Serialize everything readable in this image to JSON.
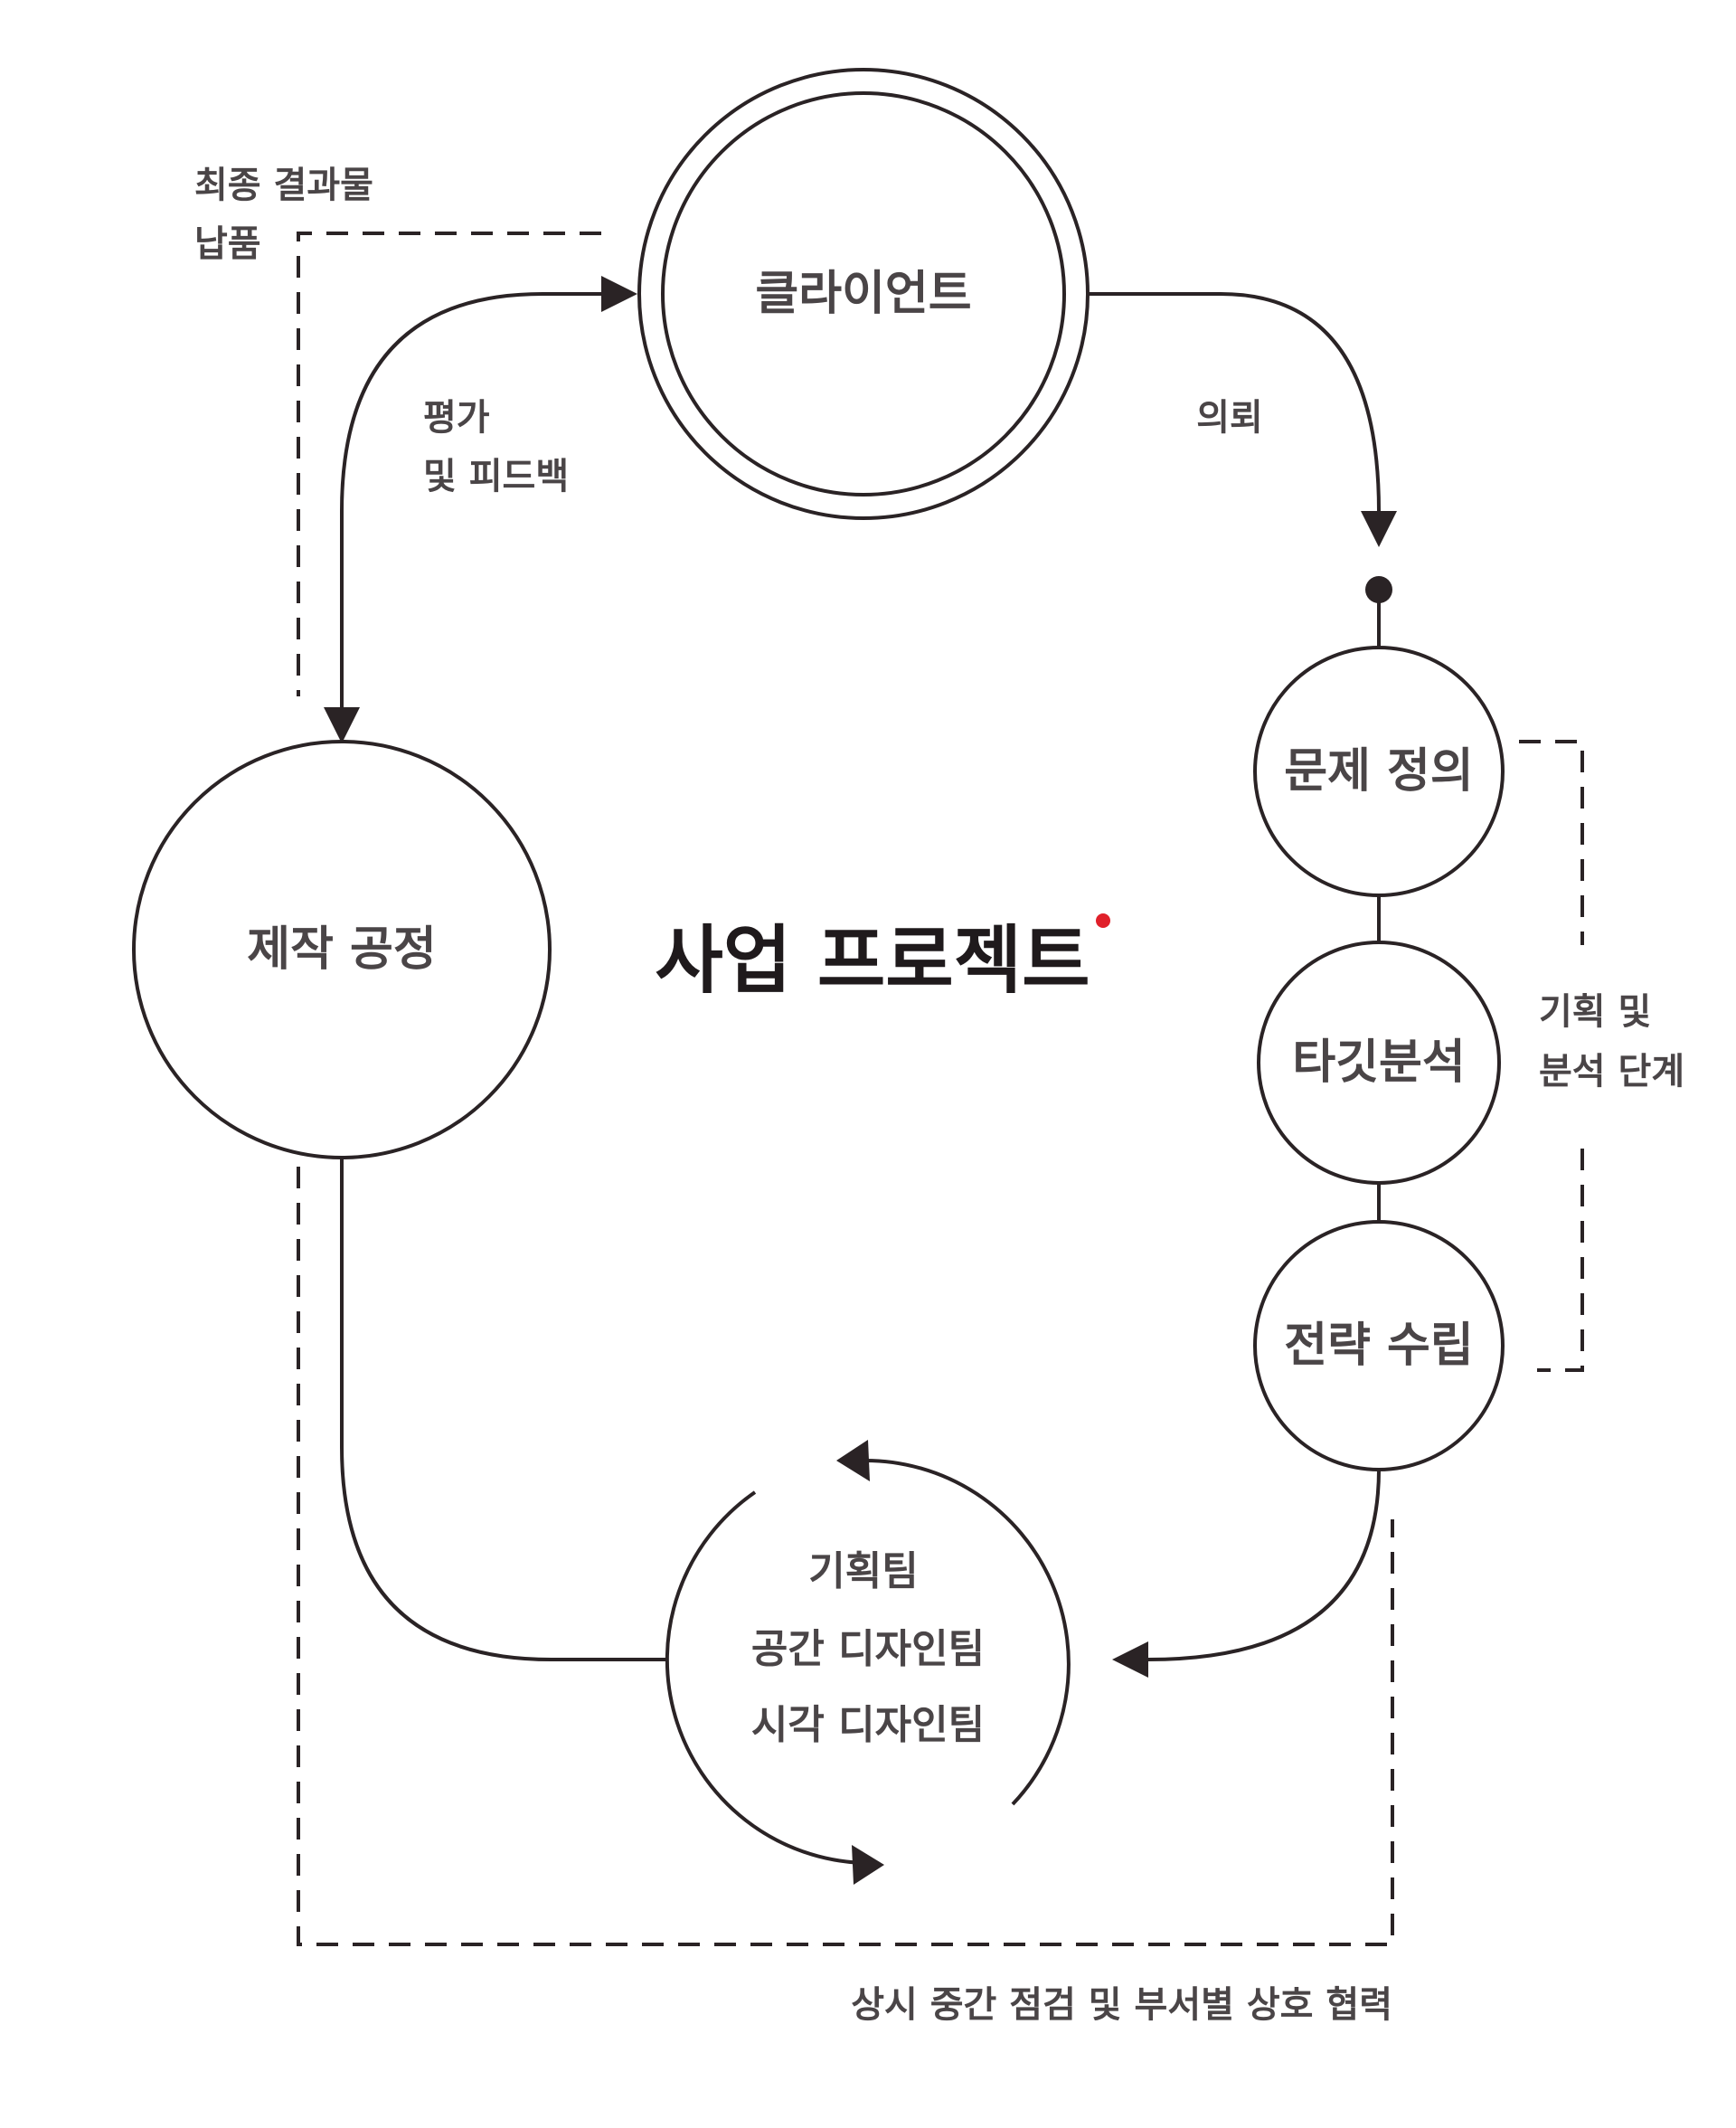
{
  "title": "사업 프로젝트",
  "colors": {
    "accent_dot": "#e0202a",
    "line": "#2a2325",
    "text": "#4a4547"
  },
  "nodes": {
    "client": "클라이언트",
    "problem": "문제 정의",
    "target": "타깃분석",
    "strategy": "전략 수립",
    "production": "제작 공정"
  },
  "teams": [
    "기획팀",
    "공간 디자인팀",
    "시각 디자인팀"
  ],
  "edge_labels": {
    "request": "의뢰",
    "feedback": [
      "평가",
      "및 피드백"
    ],
    "delivery": [
      "최종 결과물",
      "납품"
    ],
    "planning_phase": [
      "기획 및",
      "분석 단계"
    ],
    "collaboration": "상시 중간 점검 및 부서별 상호 협력"
  }
}
